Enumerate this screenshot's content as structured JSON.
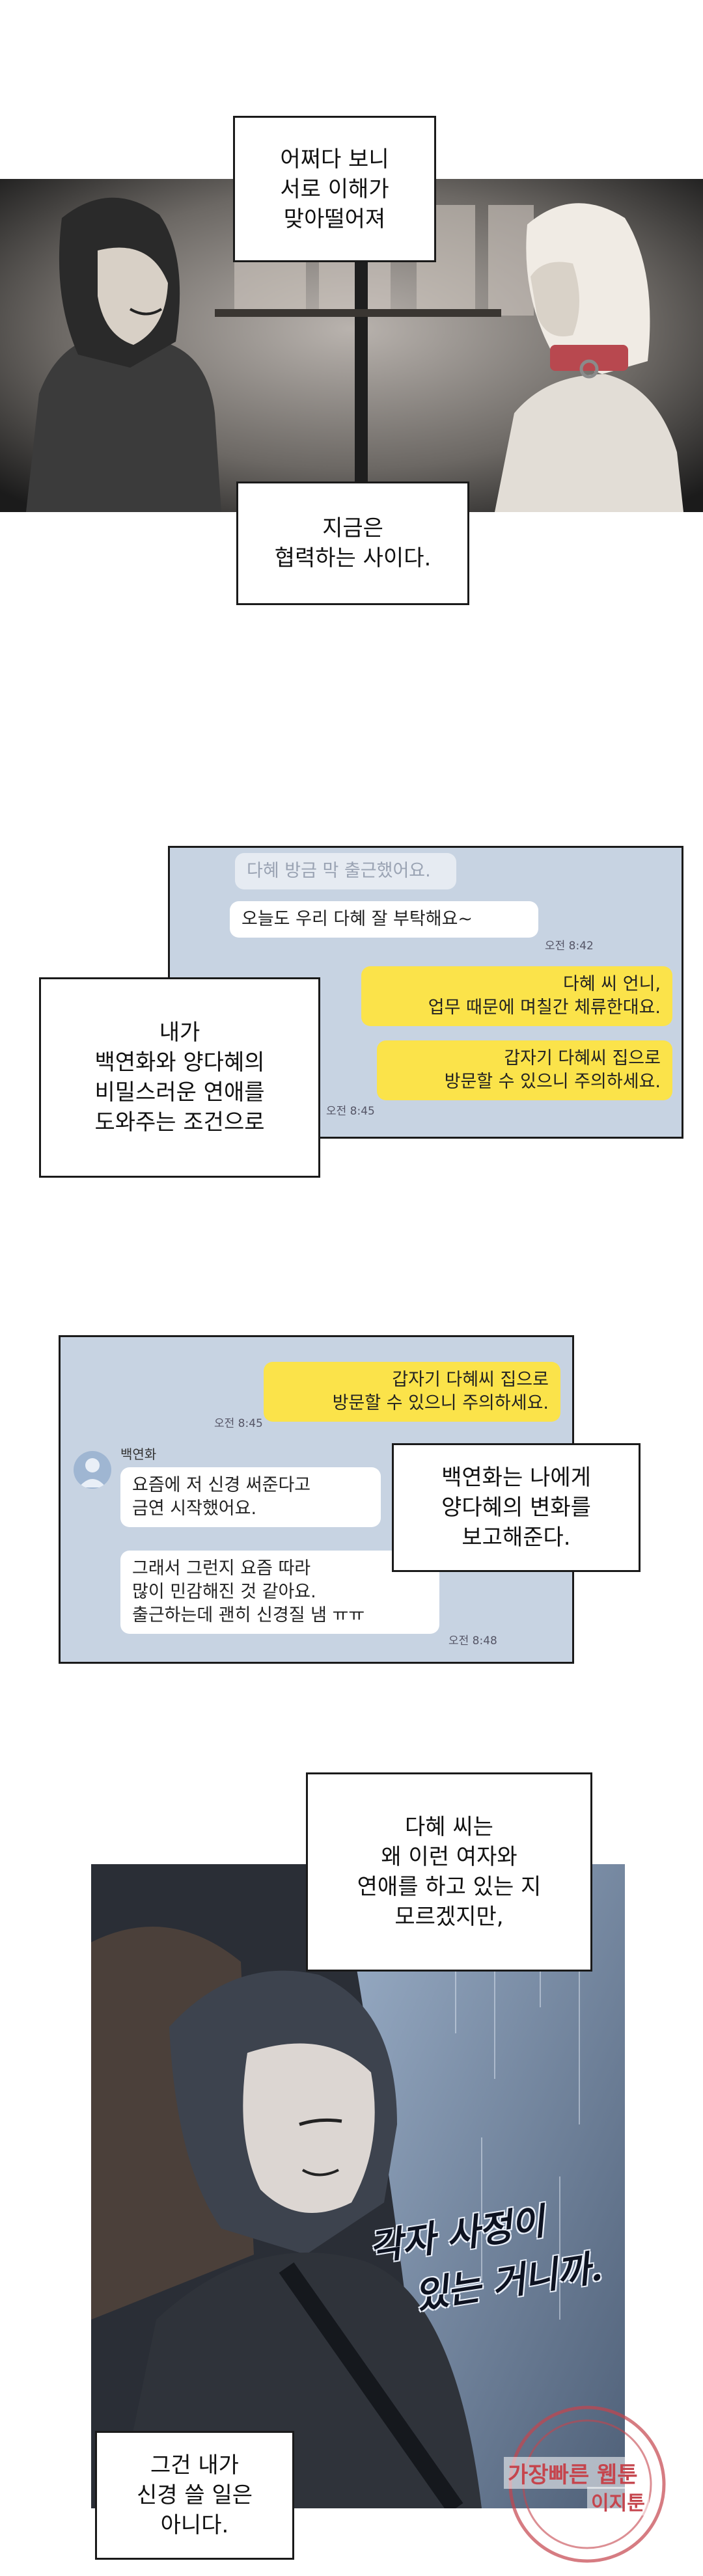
{
  "narrations": {
    "n1": "어쩌다 보니\n서로 이해가\n맞아떨어져",
    "n2": "지금은\n협력하는 사이다.",
    "n3": "내가\n백연화와 양다혜의\n비밀스러운 연애를\n도와주는 조건으로",
    "n4": "백연화는 나에게\n양다혜의 변화를\n보고해준다.",
    "n5": "다혜 씨는\n왜 이런 여자와\n연애를 하고 있는 지\n모르겠지만,",
    "n6": "그건 내가\n신경 쓸 일은\n아니다."
  },
  "chat1": {
    "msg_faded": "다혜 방금 막 출근했어요.",
    "msg_in": "오늘도 우리 다혜 잘 부탁해요~",
    "time_1": "오전 8:42",
    "msg_out_1": "다혜 씨 언니,\n업무 때문에 며칠간 체류한대요.",
    "msg_out_2": "갑자기 다혜씨 집으로\n방문할 수 있으니 주의하세요.",
    "time_2": "오전 8:45"
  },
  "chat2": {
    "msg_out": "갑자기 다혜씨 집으로\n방문할 수 있으니 주의하세요.",
    "time_1": "오전 8:45",
    "sender": "백연화",
    "msg_in_1": "요즘에 저 신경 써준다고\n금연 시작했어요.",
    "msg_in_2": "그래서 그런지 요즘 따라\n많이 민감해진 것 같아요.\n출근하는데 괜히 신경질 냄 ㅠㅠ",
    "time_2": "오전 8:48"
  },
  "sfx": {
    "line1": "각자 사정이",
    "line2": "있는 거니까."
  },
  "watermark": {
    "line1": "가장빠른 웹툰",
    "line2": "이지툰"
  },
  "colors": {
    "chat_bg": "#c7d3e2",
    "bubble_out": "#fbe34a",
    "bubble_in": "#ffffff",
    "stamp": "#c5454d"
  }
}
